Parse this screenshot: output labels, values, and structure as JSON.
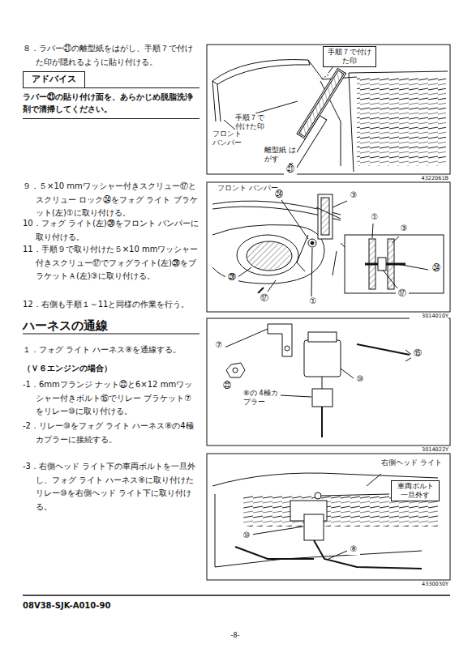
{
  "diagram": {
    "nodes": [
      {
        "text": [
          "アドバイス",
          "ラバー㉑の貼り付け面を、あらかじめ脱脂洗浄剤で清掃してください。"
        ]
      },
      {
        "text": [
          "手順７で付けた印"
        ]
      },
      {
        "text": [
          "車両ボルト 一旦外す"
        ]
      }
    ],
    "edges": [],
    "labels": [
      "８．ラバー㉑の離型紙をはがし、手順７で付けた印が隠れるように貼り付ける。",
      "９．５×10 mmワッシャー付きスクリュー⑰とスクリュー ロック㉔をフォグ ライト ブラケット(左)①に取り付ける。",
      "10．フォグ ライト(左)㉖をフロント バンパーに取り付ける。",
      "11．手順９で取り付けた５×10 mmワッシャー付きスクリュー⑰でフォグライト(左)㉖をブラケットＡ(左)③に取り付ける。",
      "12．右側も手順１～11と同様の作業を行う。",
      "ハーネスの通線",
      "１．フォグ ライト ハーネス⑧を通線する。",
      "（Ｖ６エンジンの場合）",
      "-1．6mmフランジ ナット㉒と6×12 mmワッシャー付きボルト⑮でリレー ブラケット⑦をリレー⑩に取り付ける。",
      "-2．リレー⑩をフォグ ライト ハーネス⑧の4極カプラーに接続する。",
      "-3．右側ヘッド ライト下の車両ボルトを一旦外し、フォグ ライト ハーネス⑧に取り付けたリレー⑩を右側ヘッド ライト下に取り付ける。",
      "手順７で 付けた印",
      "フロント バンパー",
      "離型紙 はがす",
      "㉑",
      "4322061B",
      "フロント バンパー",
      "㉔",
      "③",
      "①",
      "③",
      "㉔",
      "⑰",
      "㉖",
      "⑰",
      "①",
      "3014010Y",
      "⑦",
      "⑮",
      "㉒",
      "⑩",
      "⑧の 4極カプラー",
      "3014022Y",
      "右側ヘッド ライト",
      "⑩",
      "⑧",
      "4330030Y",
      "08V38-SJK-A010-90",
      "-8-"
    ]
  }
}
